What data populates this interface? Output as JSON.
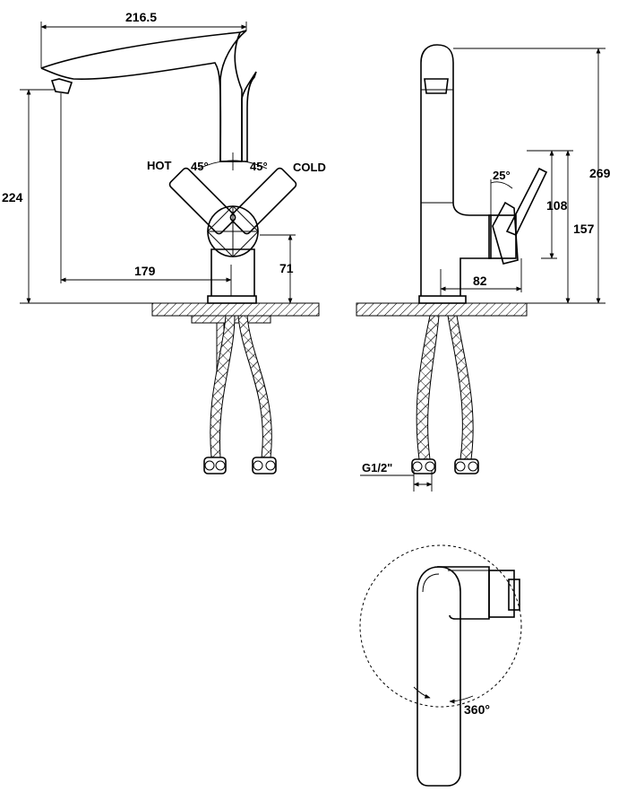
{
  "front_view": {
    "width_label": "216.5",
    "height_label": "224",
    "reach_label": "179",
    "handle_height_label": "71",
    "hot_label": "HOT",
    "cold_label": "COLD",
    "angle_left_label": "45°",
    "angle_right_label": "45°"
  },
  "side_view": {
    "height_label": "269",
    "lever_height_label": "157",
    "lever_top_label": "108",
    "lever_depth_label": "82",
    "lever_angle_label": "25°",
    "thread_label": "G1/2\""
  },
  "top_view": {
    "rotation_label": "360°"
  }
}
